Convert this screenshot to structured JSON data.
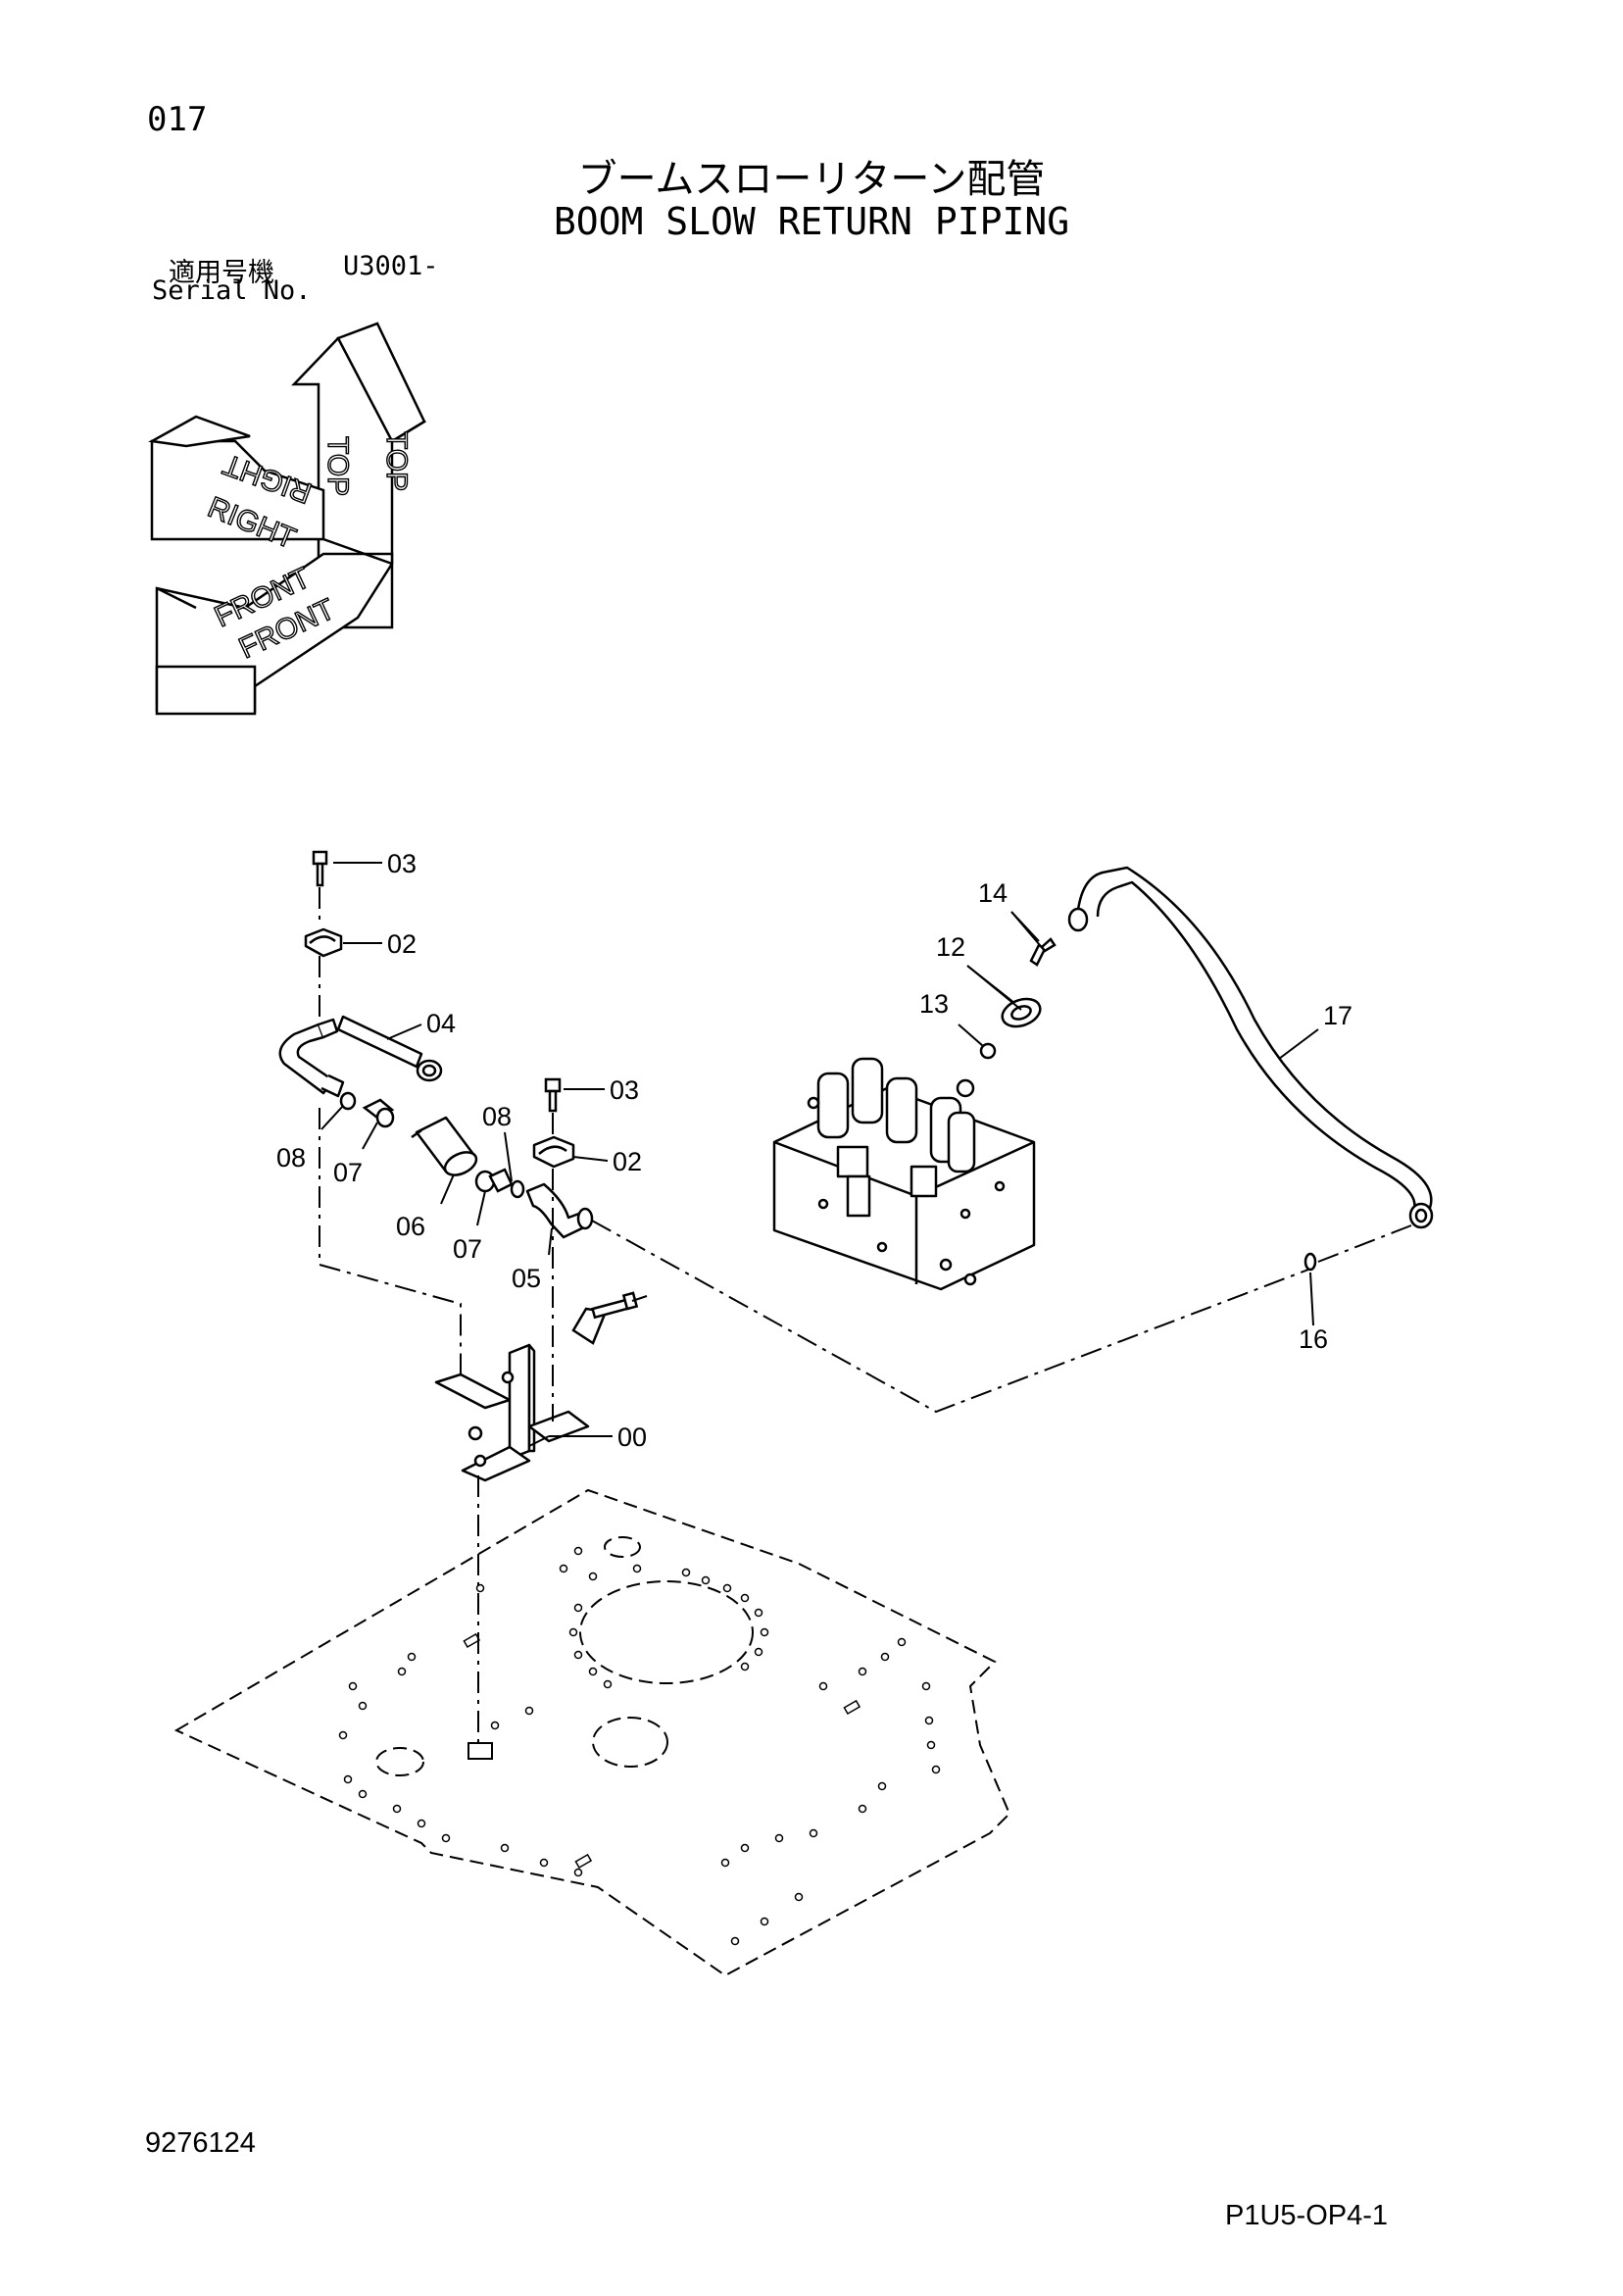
{
  "header": {
    "page_number": "017",
    "title_jp": "ブームスローリターン配管",
    "title_en": "BOOM SLOW RETURN PIPING",
    "serial_label_jp": "適用号機",
    "serial_value": "U3001-",
    "serial_label_en": "Serial No."
  },
  "orientation": {
    "top": "TOP",
    "right": "RIGHT",
    "front": "FRONT"
  },
  "callouts": [
    {
      "id": "c03a",
      "label": "03"
    },
    {
      "id": "c02a",
      "label": "02"
    },
    {
      "id": "c04",
      "label": "04"
    },
    {
      "id": "c08a",
      "label": "08"
    },
    {
      "id": "c07a",
      "label": "07"
    },
    {
      "id": "c06",
      "label": "06"
    },
    {
      "id": "c03b",
      "label": "03"
    },
    {
      "id": "c08b",
      "label": "08"
    },
    {
      "id": "c02b",
      "label": "02"
    },
    {
      "id": "c07b",
      "label": "07"
    },
    {
      "id": "c05",
      "label": "05"
    },
    {
      "id": "c00",
      "label": "00"
    },
    {
      "id": "c14",
      "label": "14"
    },
    {
      "id": "c12",
      "label": "12"
    },
    {
      "id": "c13",
      "label": "13"
    },
    {
      "id": "c17",
      "label": "17"
    },
    {
      "id": "c16",
      "label": "16"
    }
  ],
  "footer": {
    "document_number": "9276124",
    "page_code": "P1U5-OP4-1"
  }
}
